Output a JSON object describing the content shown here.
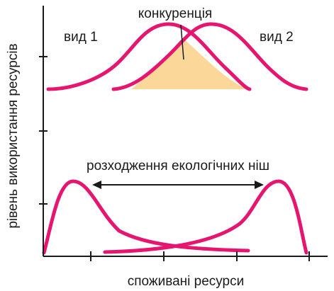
{
  "labels": {
    "species_1": "вид 1",
    "species_2": "вид 2",
    "competition": "конкуренція",
    "divergence": "розходження екологічних ніш"
  },
  "axes": {
    "y_label": "рівень використання ресурсів",
    "x_label": "споживані ресурси"
  },
  "colors": {
    "curve": "#e6156f",
    "overlap_fill": "#fbd89a",
    "axis": "#1a1a1a"
  }
}
